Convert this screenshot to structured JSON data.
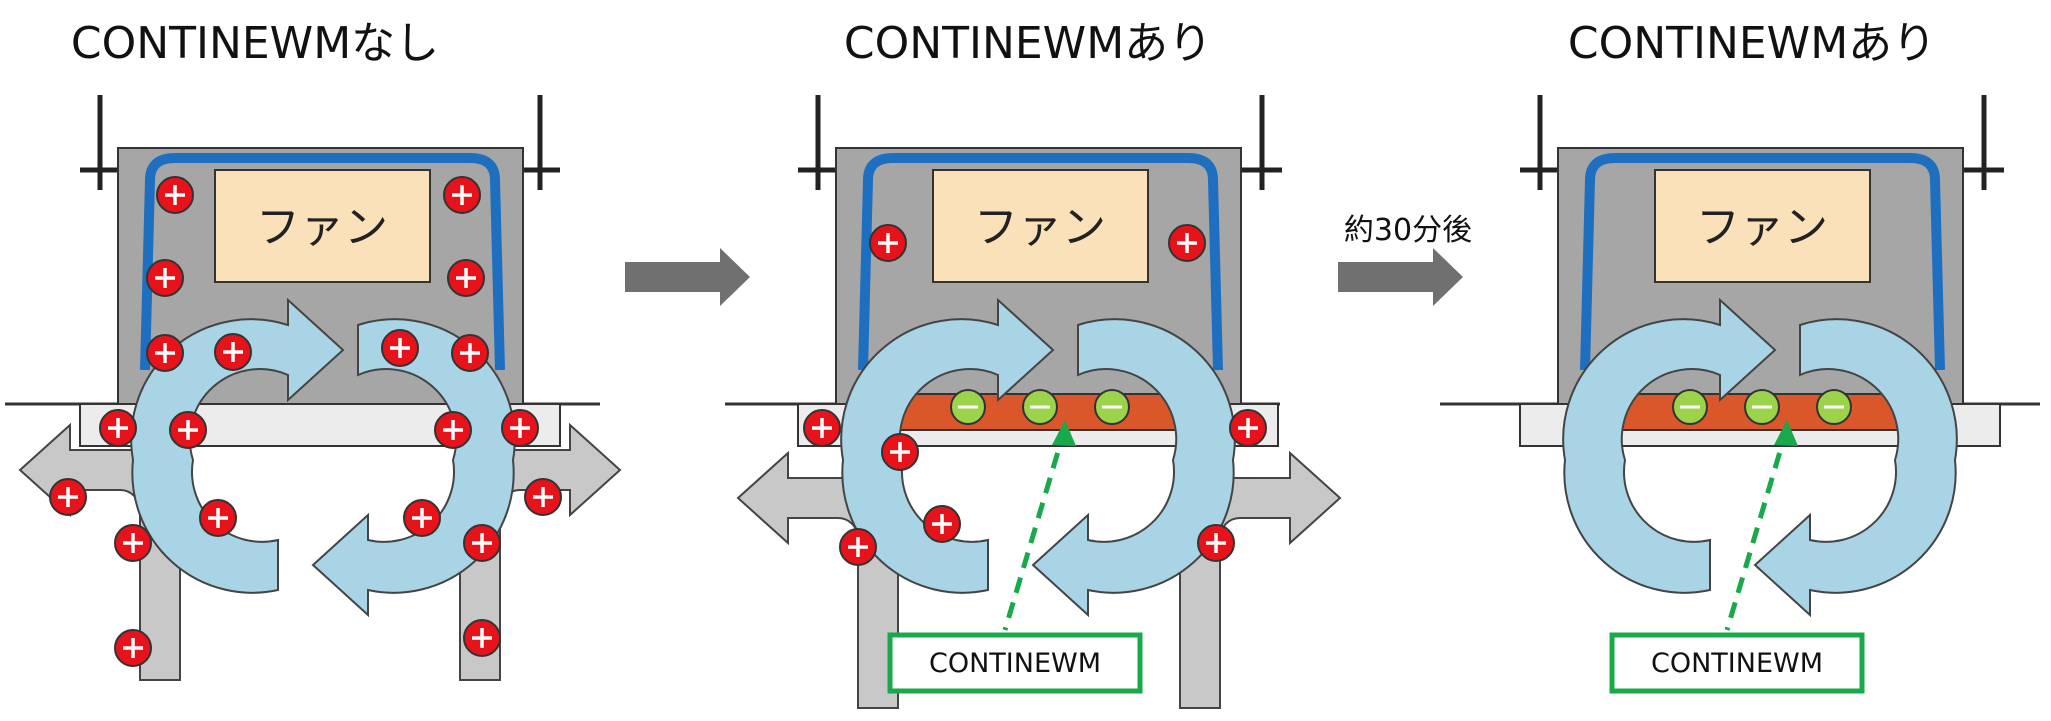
{
  "panels": [
    {
      "title": "CONTINEWMなし",
      "fan_label": "ファン"
    },
    {
      "title": "CONTINEWMあり",
      "fan_label": "ファン",
      "device_label": "CONTINEWM"
    },
    {
      "title": "CONTINEWMあり",
      "fan_label": "ファン",
      "device_label": "CONTINEWM"
    }
  ],
  "transitions": [
    {
      "label": ""
    },
    {
      "label": "約30分後"
    }
  ],
  "colors": {
    "housing": "#a6a6a6",
    "fan": "#fbe1b9",
    "blue_stripe": "#1f6fc0",
    "circulation_arrow": "#a8d4e6",
    "exhaust_arrow": "#c8c8c8",
    "particle_positive": "#e8121a",
    "particle_neutral": "#9bd44a",
    "device_plate": "#d9572a",
    "label_border": "#19a84a",
    "dashed_pointer": "#19a84a",
    "step_arrow": "#707070"
  },
  "icons": [
    "plus-particle-icon",
    "neutral-particle-icon",
    "circulation-arrow-icon",
    "exhaust-arrow-icon",
    "step-arrow-icon"
  ]
}
